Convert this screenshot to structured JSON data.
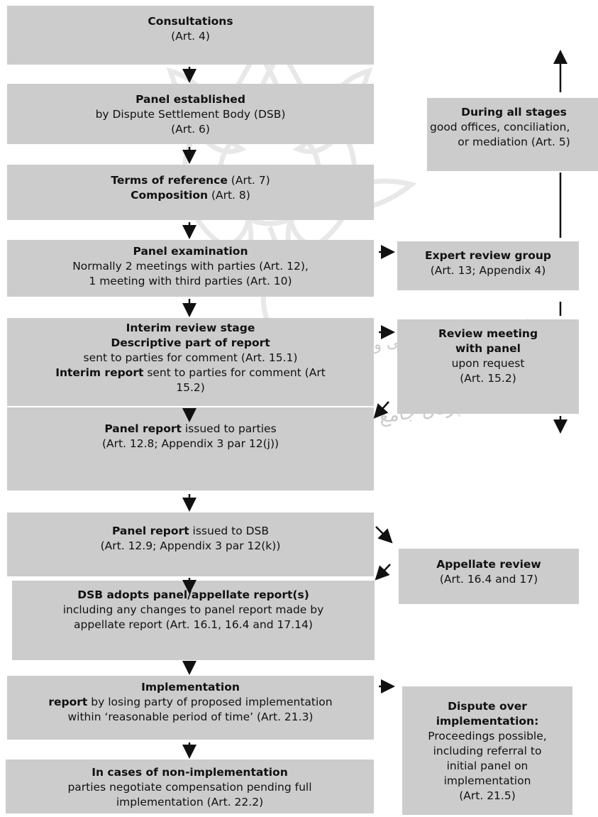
{
  "boxes": {
    "consultations": {
      "title": "Consultations",
      "line2": "(Art. 4)"
    },
    "panel_established": {
      "title": "Panel established",
      "line2": "by Dispute Settlement Body (DSB)",
      "line3": "(Art. 6)"
    },
    "terms": {
      "title1": "Terms of reference",
      "ref1": " (Art. 7)",
      "title2": "Composition",
      "ref2": " (Art. 8)"
    },
    "panel_exam": {
      "title": "Panel examination",
      "line2": "Normally 2 meetings with parties (Art. 12),",
      "line3": "1 meeting with third parties (Art. 10)"
    },
    "interim": {
      "title": "Interim review stage",
      "title2": "Descriptive part of report",
      "line3": "sent to parties for comment (Art. 15.1)",
      "bold4": "Interim report",
      "line4": " sent to parties for comment (Art",
      "line5": "15.2)"
    },
    "panel_report_parties": {
      "bold": "Panel report",
      "line1": " issued to parties",
      "line2": "(Art. 12.8; Appendix 3 par 12(j))"
    },
    "panel_report_dsb": {
      "bold": "Panel report",
      "line1": " issued to DSB",
      "line2": "(Art. 12.9; Appendix 3 par 12(k))"
    },
    "dsb_adopts": {
      "title": "DSB adopts panel/appellate report(s)",
      "line2": "including any changes to panel report made by",
      "line3": "appellate report (Art. 16.1, 16.4 and 17.14)"
    },
    "implementation": {
      "title": "Implementation",
      "bold2": "report",
      "line2": " by losing party of proposed implementation",
      "line3": "within ‘reasonable period of time’ (Art. 21.3)"
    },
    "non_impl": {
      "title": "In cases of non-implementation",
      "line2": "parties negotiate compensation pending full",
      "line3": "implementation (Art. 22.2)"
    },
    "all_stages": {
      "title": "During all stages",
      "line2": "good offices, conciliation,",
      "line3": "or mediation (Art. 5)"
    },
    "expert": {
      "title": "Expert review group",
      "line2": "(Art. 13; Appendix 4)"
    },
    "review_meeting": {
      "title": "Review meeting",
      "title2": "with panel",
      "line3": "upon request",
      "line4": "(Art. 15.2)"
    },
    "appellate": {
      "title": "Appellate review",
      "line2": "(Art. 16.4 and 17)"
    },
    "dispute_impl": {
      "title": "Dispute over",
      "title2": "implementation:",
      "line3": "Proceedings possible,",
      "line4": "including referral to",
      "line5": "initial panel on",
      "line6": "implementation",
      "line7": "(Art. 21.5)"
    }
  },
  "colors": {
    "box": "#cccccc",
    "arrow": "#111111",
    "watermark": "#9a9a9a"
  },
  "watermark": {
    "line1": "ژوهشگاه علوم انسانی و مطالعات فرهنگی",
    "line2": "پرتال جامع علوم انسانی"
  }
}
